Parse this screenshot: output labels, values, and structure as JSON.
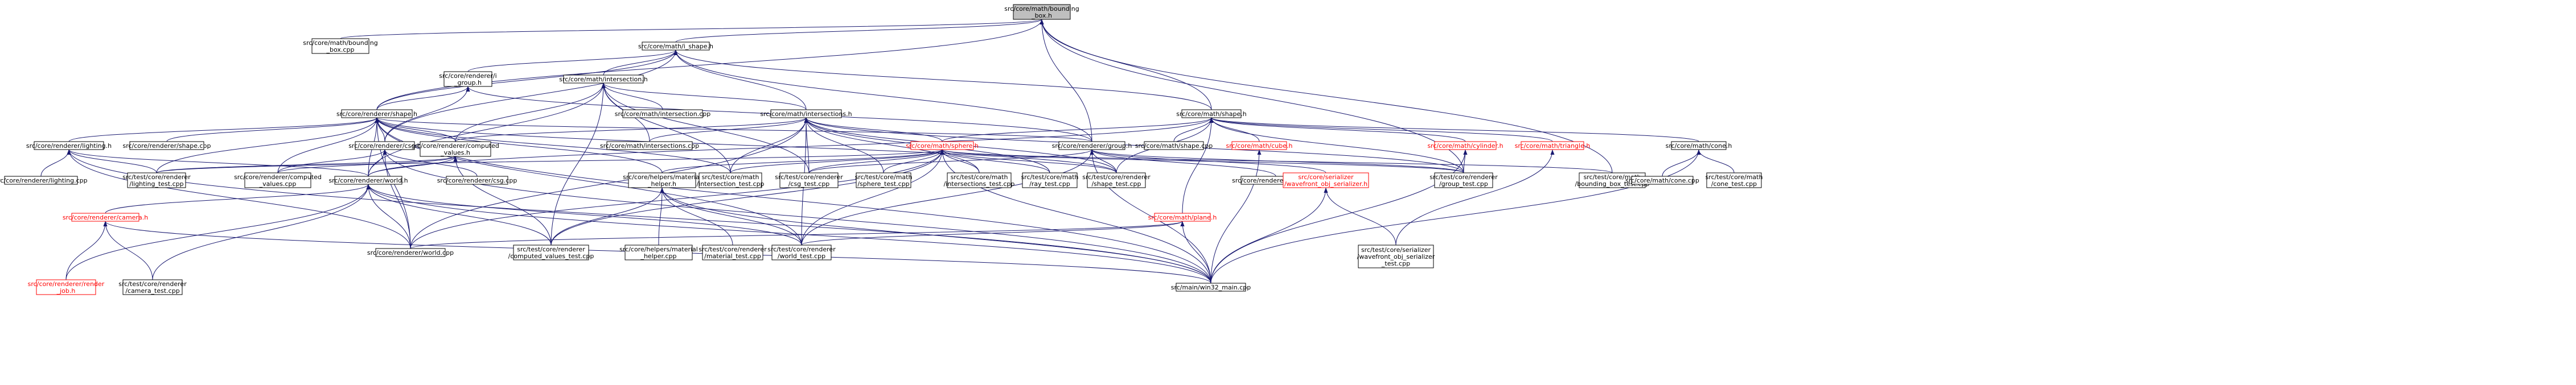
{
  "colors": {
    "edge": "#191970",
    "root_fill": "#bfbfbf",
    "node_fill": "#ffffff",
    "incomplete_border": "#ff0000",
    "border": "#000000"
  },
  "nodes": [
    {
      "id": "bbox_h",
      "lines": [
        "src/core/math/bounding",
        "_box.h"
      ],
      "root": true
    },
    {
      "id": "bbox_cpp",
      "lines": [
        "src/core/math/bounding",
        "_box.cpp"
      ]
    },
    {
      "id": "i_shape",
      "lines": [
        "src/core/math/i_shape.h"
      ]
    },
    {
      "id": "i_group",
      "lines": [
        "src/core/renderer/i",
        "_group.h"
      ]
    },
    {
      "id": "intersection_h",
      "lines": [
        "src/core/math/intersection.h"
      ]
    },
    {
      "id": "shape_r",
      "lines": [
        "src/core/renderer/shape.h"
      ]
    },
    {
      "id": "intersection_cpp",
      "lines": [
        "src/core/math/intersection.cpp"
      ]
    },
    {
      "id": "intersections_h",
      "lines": [
        "src/core/math/intersections.h"
      ]
    },
    {
      "id": "shape_m",
      "lines": [
        "src/core/math/shape.h"
      ]
    },
    {
      "id": "lighting_h",
      "lines": [
        "src/core/renderer/lighting.h"
      ]
    },
    {
      "id": "shape_cpp_r",
      "lines": [
        "src/core/renderer/shape.cpp"
      ]
    },
    {
      "id": "csg_h",
      "lines": [
        "src/core/renderer/csg.h"
      ]
    },
    {
      "id": "computed_h",
      "lines": [
        "src/core/renderer/computed",
        "_values.h"
      ]
    },
    {
      "id": "intersections_cpp",
      "lines": [
        "src/core/math/intersections.cpp"
      ]
    },
    {
      "id": "group_h",
      "lines": [
        "src/core/renderer/group.h"
      ]
    },
    {
      "id": "shape_cpp_m",
      "lines": [
        "src/core/math/shape.cpp"
      ]
    },
    {
      "id": "cube_h",
      "lines": [
        "src/core/math/cube.h"
      ],
      "red": true
    },
    {
      "id": "cylinder_h",
      "lines": [
        "src/core/math/cylinder.h"
      ],
      "red": true
    },
    {
      "id": "triangle_h",
      "lines": [
        "src/core/math/triangle.h"
      ],
      "red": true
    },
    {
      "id": "cone_h",
      "lines": [
        "src/core/math/cone.h"
      ]
    },
    {
      "id": "lighting_cpp",
      "lines": [
        "src/core/renderer/lighting.cpp"
      ]
    },
    {
      "id": "lighting_test",
      "lines": [
        "src/test/core/renderer",
        "/lighting_test.cpp"
      ]
    },
    {
      "id": "computed_cpp",
      "lines": [
        "src/core/renderer/computed",
        "_values.cpp"
      ]
    },
    {
      "id": "world_h",
      "lines": [
        "src/core/renderer/world.h"
      ]
    },
    {
      "id": "csg_cpp",
      "lines": [
        "src/core/renderer/csg.cpp"
      ]
    },
    {
      "id": "sphere_h",
      "lines": [
        "src/core/math/sphere.h"
      ],
      "red": true
    },
    {
      "id": "material_helper_h",
      "lines": [
        "src/core/helpers/material",
        "_helper.h"
      ]
    },
    {
      "id": "intersection_test",
      "lines": [
        "src/test/core/math",
        "/intersection_test.cpp"
      ]
    },
    {
      "id": "csg_test",
      "lines": [
        "src/test/core/renderer",
        "/csg_test.cpp"
      ]
    },
    {
      "id": "sphere_test",
      "lines": [
        "src/test/core/math",
        "/sphere_test.cpp"
      ]
    },
    {
      "id": "intersections_test",
      "lines": [
        "src/test/core/math",
        "/intersections_test.cpp"
      ]
    },
    {
      "id": "ray_test",
      "lines": [
        "src/test/core/math",
        "/ray_test.cpp"
      ]
    },
    {
      "id": "shape_test",
      "lines": [
        "src/test/core/renderer",
        "/shape_test.cpp"
      ]
    },
    {
      "id": "group_cpp",
      "lines": [
        "src/core/renderer/group.cpp"
      ]
    },
    {
      "id": "wavefront_h",
      "lines": [
        "src/core/serializer",
        "/wavefront_obj_serializer.h"
      ],
      "red": true
    },
    {
      "id": "group_test",
      "lines": [
        "src/test/core/renderer",
        "/group_test.cpp"
      ]
    },
    {
      "id": "bbox_test",
      "lines": [
        "src/test/core/math",
        "/bounding_box_test.cpp"
      ]
    },
    {
      "id": "cone_cpp",
      "lines": [
        "src/core/math/cone.cpp"
      ]
    },
    {
      "id": "cone_test",
      "lines": [
        "src/test/core/math",
        "/cone_test.cpp"
      ]
    },
    {
      "id": "camera_h",
      "lines": [
        "src/core/renderer/camera.h"
      ],
      "red": true
    },
    {
      "id": "plane_h",
      "lines": [
        "src/core/math/plane.h"
      ],
      "red": true
    },
    {
      "id": "computed_test",
      "lines": [
        "src/test/core/renderer",
        "/computed_values_test.cpp"
      ]
    },
    {
      "id": "material_helper_cpp",
      "lines": [
        "src/core/helpers/material",
        "_helper.cpp"
      ]
    },
    {
      "id": "material_test",
      "lines": [
        "src/test/core/renderer",
        "/material_test.cpp"
      ]
    },
    {
      "id": "world_test",
      "lines": [
        "src/test/core/renderer",
        "/world_test.cpp"
      ]
    },
    {
      "id": "world_cpp",
      "lines": [
        "src/core/renderer/world.cpp"
      ]
    },
    {
      "id": "wavefront_test",
      "lines": [
        "src/test/core/serializer",
        "/wavefront_obj_serializer",
        "_test.cpp"
      ]
    },
    {
      "id": "render_job",
      "lines": [
        "src/core/renderer/render",
        "_job.h"
      ],
      "red": true
    },
    {
      "id": "camera_test",
      "lines": [
        "src/test/core/renderer",
        "/camera_test.cpp"
      ]
    },
    {
      "id": "win32_main",
      "lines": [
        "src/main/win32_main.cpp"
      ]
    }
  ],
  "edges": [
    [
      "bbox_cpp",
      "bbox_h"
    ],
    [
      "i_shape",
      "bbox_h"
    ],
    [
      "shape_r",
      "bbox_h"
    ],
    [
      "shape_m",
      "bbox_h"
    ],
    [
      "group_h",
      "bbox_h"
    ],
    [
      "group_test",
      "bbox_h"
    ],
    [
      "bbox_test",
      "bbox_h"
    ],
    [
      "i_group",
      "i_shape"
    ],
    [
      "intersection_h",
      "i_shape"
    ],
    [
      "shape_r",
      "i_shape"
    ],
    [
      "intersections_h",
      "i_shape"
    ],
    [
      "shape_m",
      "i_shape"
    ],
    [
      "group_h",
      "i_shape"
    ],
    [
      "csg_h",
      "i_shape"
    ],
    [
      "shape_r",
      "i_group"
    ],
    [
      "csg_h",
      "i_group"
    ],
    [
      "group_h",
      "i_group"
    ],
    [
      "intersection_cpp",
      "intersection_h"
    ],
    [
      "intersections_h",
      "intersection_h"
    ],
    [
      "computed_h",
      "intersection_h"
    ],
    [
      "intersections_cpp",
      "intersection_h"
    ],
    [
      "csg_test",
      "intersection_h"
    ],
    [
      "world_h",
      "intersection_h"
    ],
    [
      "computed_test",
      "intersection_h"
    ],
    [
      "intersection_test",
      "intersection_h"
    ],
    [
      "lighting_h",
      "shape_r"
    ],
    [
      "shape_cpp_r",
      "shape_r"
    ],
    [
      "csg_h",
      "shape_r"
    ],
    [
      "computed_h",
      "shape_r"
    ],
    [
      "group_h",
      "shape_r"
    ],
    [
      "lighting_test",
      "shape_r"
    ],
    [
      "computed_cpp",
      "shape_r"
    ],
    [
      "world_h",
      "shape_r"
    ],
    [
      "material_helper_h",
      "shape_r"
    ],
    [
      "intersection_test",
      "shape_r"
    ],
    [
      "shape_test",
      "shape_r"
    ],
    [
      "world_cpp",
      "shape_r"
    ],
    [
      "world_test",
      "shape_r"
    ],
    [
      "win32_main",
      "shape_r"
    ],
    [
      "intersections_cpp",
      "intersections_h"
    ],
    [
      "computed_h",
      "intersections_h"
    ],
    [
      "sphere_h",
      "intersections_h"
    ],
    [
      "csg_test",
      "intersections_h"
    ],
    [
      "sphere_test",
      "intersections_h"
    ],
    [
      "intersections_test",
      "intersections_h"
    ],
    [
      "ray_test",
      "intersections_h"
    ],
    [
      "world_test",
      "intersections_h"
    ],
    [
      "world_cpp",
      "intersections_h"
    ],
    [
      "shape_test",
      "intersections_h"
    ],
    [
      "group_test",
      "intersections_h"
    ],
    [
      "intersection_test",
      "intersections_h"
    ],
    [
      "shape_cpp_m",
      "shape_m"
    ],
    [
      "cube_h",
      "shape_m"
    ],
    [
      "cylinder_h",
      "shape_m"
    ],
    [
      "triangle_h",
      "shape_m"
    ],
    [
      "cone_h",
      "shape_m"
    ],
    [
      "sphere_h",
      "shape_m"
    ],
    [
      "plane_h",
      "shape_m"
    ],
    [
      "shape_test",
      "shape_m"
    ],
    [
      "group_test",
      "shape_m"
    ],
    [
      "world_h",
      "shape_m"
    ],
    [
      "lighting_cpp",
      "lighting_h"
    ],
    [
      "lighting_test",
      "lighting_h"
    ],
    [
      "world_h",
      "lighting_h"
    ],
    [
      "win32_main",
      "lighting_h"
    ],
    [
      "world_cpp",
      "lighting_h"
    ],
    [
      "csg_cpp",
      "csg_h"
    ],
    [
      "world_h",
      "csg_h"
    ],
    [
      "computed_cpp",
      "csg_h"
    ],
    [
      "win32_main",
      "csg_h"
    ],
    [
      "world_cpp",
      "csg_h"
    ],
    [
      "computed_cpp",
      "computed_h"
    ],
    [
      "world_h",
      "computed_h"
    ],
    [
      "computed_test",
      "computed_h"
    ],
    [
      "lighting_test",
      "computed_h"
    ],
    [
      "group_cpp",
      "group_h"
    ],
    [
      "wavefront_h",
      "group_h"
    ],
    [
      "group_test",
      "group_h"
    ],
    [
      "shape_test",
      "group_h"
    ],
    [
      "csg_test",
      "group_h"
    ],
    [
      "win32_main",
      "group_h"
    ],
    [
      "world_test",
      "group_h"
    ],
    [
      "win32_main",
      "cube_h"
    ],
    [
      "group_test",
      "cylinder_h"
    ],
    [
      "win32_main",
      "cylinder_h"
    ],
    [
      "wavefront_test",
      "triangle_h"
    ],
    [
      "cone_cpp",
      "cone_h"
    ],
    [
      "cone_test",
      "cone_h"
    ],
    [
      "win32_main",
      "cone_h"
    ],
    [
      "camera_h",
      "world_h"
    ],
    [
      "world_cpp",
      "world_h"
    ],
    [
      "world_test",
      "world_h"
    ],
    [
      "computed_test",
      "world_h"
    ],
    [
      "camera_test",
      "world_h"
    ],
    [
      "render_job",
      "world_h"
    ],
    [
      "win32_main",
      "world_h"
    ],
    [
      "material_helper_h",
      "sphere_h"
    ],
    [
      "intersection_test",
      "sphere_h"
    ],
    [
      "csg_test",
      "sphere_h"
    ],
    [
      "sphere_test",
      "sphere_h"
    ],
    [
      "intersections_test",
      "sphere_h"
    ],
    [
      "ray_test",
      "sphere_h"
    ],
    [
      "shape_test",
      "sphere_h"
    ],
    [
      "group_test",
      "sphere_h"
    ],
    [
      "bbox_test",
      "sphere_h"
    ],
    [
      "computed_test",
      "sphere_h"
    ],
    [
      "world_test",
      "sphere_h"
    ],
    [
      "world_cpp",
      "sphere_h"
    ],
    [
      "win32_main",
      "sphere_h"
    ],
    [
      "lighting_test",
      "sphere_h"
    ],
    [
      "material_helper_cpp",
      "material_helper_h"
    ],
    [
      "material_test",
      "material_helper_h"
    ],
    [
      "computed_test",
      "material_helper_h"
    ],
    [
      "world_test",
      "material_helper_h"
    ],
    [
      "win32_main",
      "material_helper_h"
    ],
    [
      "wavefront_test",
      "wavefront_h"
    ],
    [
      "win32_main",
      "wavefront_h"
    ],
    [
      "world_test",
      "plane_h"
    ],
    [
      "win32_main",
      "plane_h"
    ],
    [
      "world_cpp",
      "plane_h"
    ],
    [
      "render_job",
      "camera_h"
    ],
    [
      "camera_test",
      "camera_h"
    ],
    [
      "win32_main",
      "camera_h"
    ]
  ]
}
